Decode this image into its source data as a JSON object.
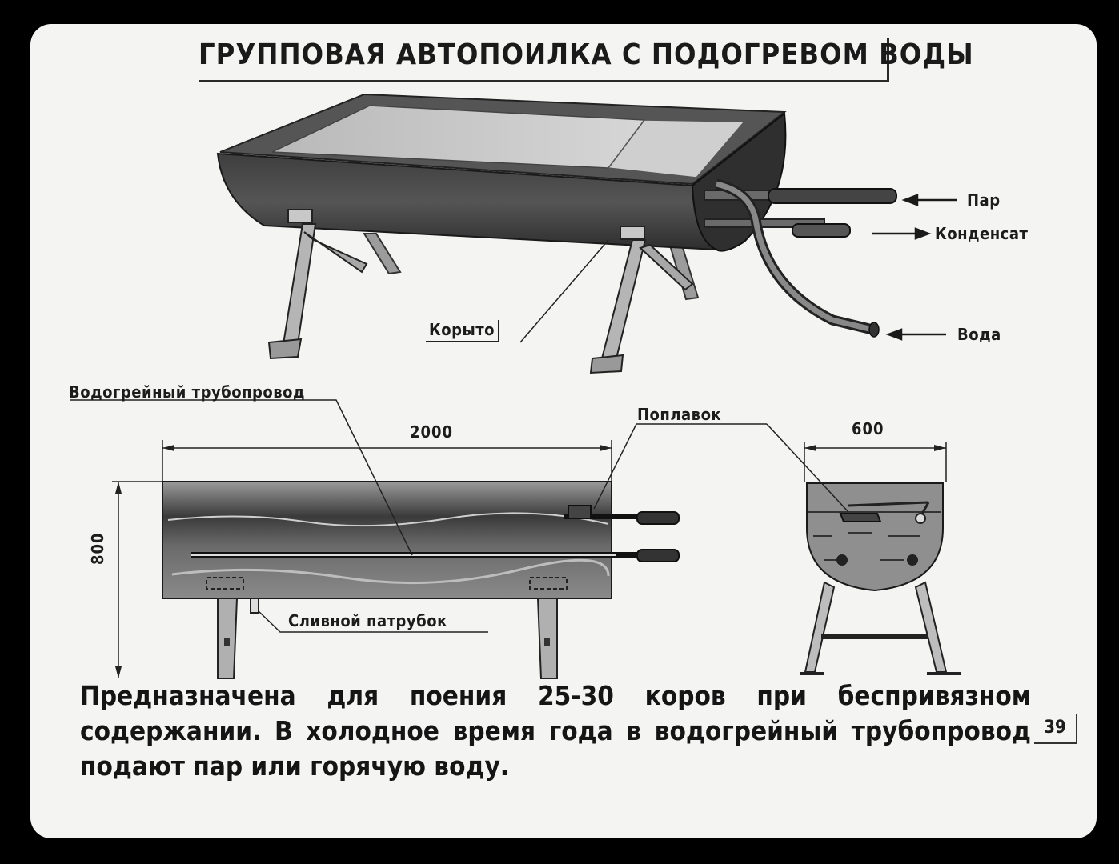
{
  "title": "ГРУППОВАЯ АВТОПОИЛКА С ПОДОГРЕВОМ ВОДЫ",
  "labels": {
    "steam": "Пар",
    "condensate": "Конденсат",
    "water": "Вода",
    "trough": "Корыто",
    "heating_pipe": "Водогрейный трубопровод",
    "float": "Поплавок",
    "drain_pipe": "Сливной патрубок"
  },
  "dimensions": {
    "length": "2000",
    "width": "600",
    "height": "800"
  },
  "caption": "Предназначена для поения 25-30 коров при беспривязном содержании. В холодное время года в водогрейный трубопровод подают пар или горячую воду.",
  "page_number": "39",
  "colors": {
    "background": "#000000",
    "slide": "#f4f4f2",
    "ink": "#1c1c1c"
  }
}
